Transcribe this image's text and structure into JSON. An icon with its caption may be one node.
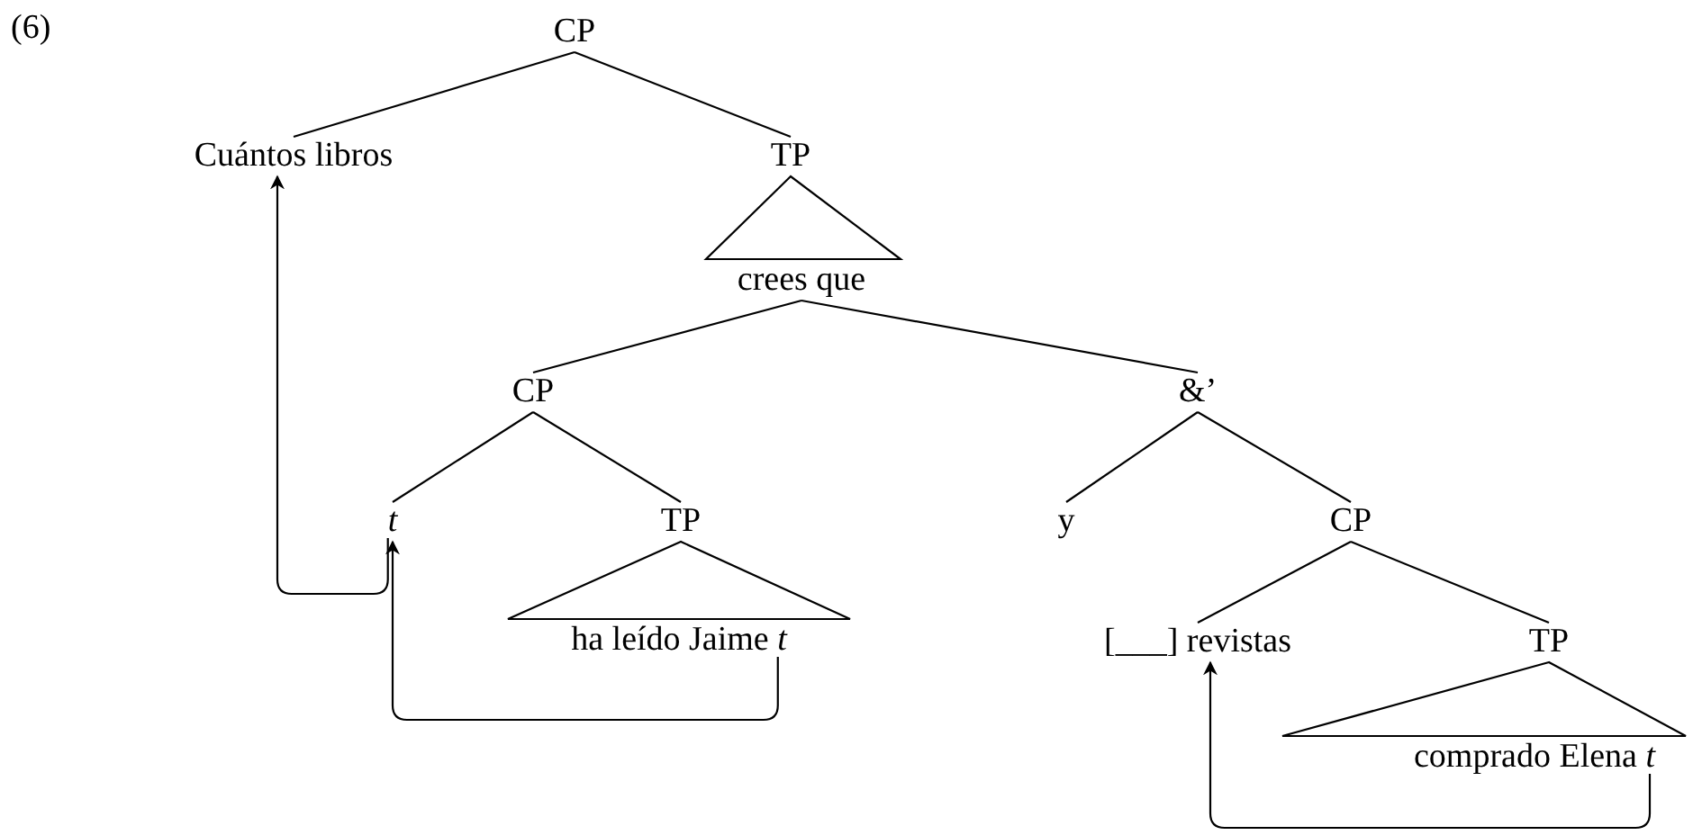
{
  "diagram": {
    "nodes": [
      {
        "text": [
          "CP"
        ]
      },
      {
        "text": [
          "Cuántos libros"
        ]
      },
      {
        "text": [
          "TP"
        ]
      },
      {
        "text": [
          "crees que"
        ]
      },
      {
        "text": [
          "CP"
        ]
      },
      {
        "text": [
          "&’"
        ]
      },
      {
        "text": [
          "t"
        ]
      },
      {
        "text": [
          "TP"
        ]
      },
      {
        "text": [
          "y"
        ]
      },
      {
        "text": [
          "CP"
        ]
      },
      {
        "text": [
          "ha leído Jaime *t*"
        ]
      },
      {
        "text": [
          "[___] revistas"
        ]
      },
      {
        "text": [
          "TP"
        ]
      },
      {
        "text": [
          "comprado Elena *t*"
        ]
      }
    ],
    "edges": [
      {
        "from": 0,
        "to": 1,
        "arrow": "none"
      },
      {
        "from": 0,
        "to": 2,
        "arrow": "none"
      },
      {
        "from": 2,
        "to": 3,
        "arrow": "none"
      },
      {
        "from": 3,
        "to": 4,
        "arrow": "none"
      },
      {
        "from": 3,
        "to": 5,
        "arrow": "none"
      },
      {
        "from": 4,
        "to": 6,
        "arrow": "none"
      },
      {
        "from": 4,
        "to": 7,
        "arrow": "none"
      },
      {
        "from": 7,
        "to": 10,
        "arrow": "none"
      },
      {
        "from": 5,
        "to": 8,
        "arrow": "none"
      },
      {
        "from": 5,
        "to": 9,
        "arrow": "none"
      },
      {
        "from": 9,
        "to": 11,
        "arrow": "none"
      },
      {
        "from": 9,
        "to": 12,
        "arrow": "none"
      },
      {
        "from": 12,
        "to": 13,
        "arrow": "none"
      },
      {
        "from": 10,
        "to": 6,
        "arrow": "to"
      },
      {
        "from": 6,
        "to": 1,
        "arrow": "to"
      },
      {
        "from": 13,
        "to": 11,
        "arrow": "to"
      }
    ],
    "labels": [
      "(6)"
    ]
  }
}
